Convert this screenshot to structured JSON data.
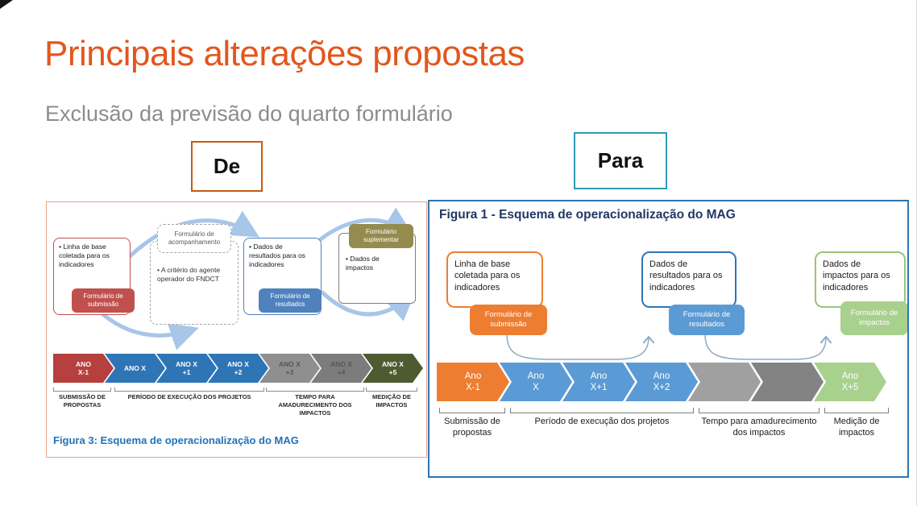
{
  "slide": {
    "title": "Principais alterações propostas",
    "subtitle": "Exclusão da previsão do quarto formulário",
    "before_label": "De",
    "after_label": "Para"
  },
  "colors": {
    "title_orange": "#E2571E",
    "de_border": "#C55A11",
    "para_border": "#2E9BB7",
    "figure_de_border": "#E3A488",
    "figure_para_border": "#2E74B5"
  },
  "de_figure": {
    "caption": "Figura 3: Esquema de operacionalização do MAG",
    "callout_submissao": {
      "body": "• Linha de base coletada para os indicadores",
      "tag": "Formulário de submissão",
      "accent": "#C0504D"
    },
    "callout_acompanhamento": {
      "tag": "Formulário de acompanhamento",
      "body": "• A critério do agente operador do FNDCT",
      "accent": "#A6A6A6"
    },
    "callout_resultados": {
      "body": "• Dados de resultados para os indicadores",
      "tag": "Formulário de resultados",
      "accent": "#4F81BD"
    },
    "callout_suplementar": {
      "tag": "Formulário suplementar",
      "body": "• Dados de impactos",
      "accent": "#958B4E"
    },
    "timeline": [
      {
        "label": "ANO\nX-1",
        "color": "#B5403D"
      },
      {
        "label": "ANO X",
        "color": "#2E75B6"
      },
      {
        "label": "ANO X\n+1",
        "color": "#2E75B6"
      },
      {
        "label": "ANO X\n+2",
        "color": "#2E75B6"
      },
      {
        "label": "ANO X\n+3",
        "color": "#8F8F8F"
      },
      {
        "label": "ANO X\n+4",
        "color": "#7C7C7C"
      },
      {
        "label": "ANO X\n+5",
        "color": "#4E5B31"
      }
    ],
    "phases": [
      {
        "label": "SUBMISSÃO DE PROPOSTAS"
      },
      {
        "label": "PERÍODO DE EXECUÇÃO DOS PROJETOS"
      },
      {
        "label": "TEMPO PARA AMADURECIMENTO DOS IMPACTOS"
      },
      {
        "label": "MEDIÇÃO DE IMPACTOS"
      }
    ]
  },
  "para_figure": {
    "title": "Figura 1 - Esquema de operacionalização do MAG",
    "callouts": [
      {
        "body": "Linha de base coletada para os indicadores",
        "tag": "Formulário de submissão",
        "border": "#ED7D31",
        "tag_bg": "#ED7D31"
      },
      {
        "body": "Dados de resultados para os indicadores",
        "tag": "Formulário de resultados",
        "border": "#2E75B6",
        "tag_bg": "#5B9BD5"
      },
      {
        "body": "Dados de impactos para os indicadores",
        "tag": "Formulário de impactos",
        "border": "#99C47A",
        "tag_bg": "#A9D18E"
      }
    ],
    "timeline": [
      {
        "label": "Ano\nX-1",
        "color": "#ED7D31"
      },
      {
        "label": "Ano\nX",
        "color": "#5B9BD5"
      },
      {
        "label": "Ano\nX+1",
        "color": "#5B9BD5"
      },
      {
        "label": "Ano\nX+2",
        "color": "#5B9BD5"
      },
      {
        "label": "",
        "color": "#A0A0A0"
      },
      {
        "label": "",
        "color": "#838383"
      },
      {
        "label": "Ano\nX+5",
        "color": "#A9D18E"
      }
    ],
    "phases": [
      {
        "label": "Submissão de\npropostas"
      },
      {
        "label": "Período de execução dos projetos"
      },
      {
        "label": "Tempo para amadurecimento\ndos impactos"
      },
      {
        "label": "Medição de\nimpactos"
      }
    ]
  }
}
